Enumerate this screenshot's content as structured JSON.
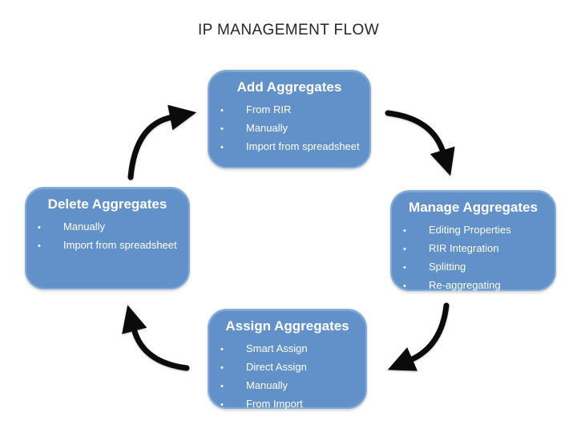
{
  "slide": {
    "title": "IP MANAGEMENT FLOW"
  },
  "colors": {
    "node_fill": "#6191C8",
    "node_border": "#85ABD8",
    "node_text": "#FFFFFF",
    "arrow": "#0B0B0B",
    "title_text": "#262626",
    "background": "#FFFFFF"
  },
  "bullet_glyph": "•",
  "nodes": [
    {
      "id": "add-aggregates",
      "title": "Add Aggregates",
      "bullets": [
        "From RIR",
        "Manually",
        "Import from spreadsheet"
      ]
    },
    {
      "id": "manage-aggregates",
      "title": "Manage Aggregates",
      "bullets": [
        "Editing Properties",
        "RIR Integration",
        "Splitting",
        "Re-aggregating"
      ]
    },
    {
      "id": "assign-aggregates",
      "title": "Assign Aggregates",
      "bullets": [
        "Smart Assign",
        "Direct Assign",
        "Manually",
        "From Import"
      ]
    },
    {
      "id": "delete-aggregates",
      "title": "Delete Aggregates",
      "bullets": [
        "Manually",
        "Import from spreadsheet"
      ]
    }
  ],
  "arrows": [
    {
      "from": "Add Aggregates",
      "to": "Manage Aggregates"
    },
    {
      "from": "Manage Aggregates",
      "to": "Assign Aggregates"
    },
    {
      "from": "Assign Aggregates",
      "to": "Delete Aggregates"
    },
    {
      "from": "Delete Aggregates",
      "to": "Add Aggregates"
    }
  ]
}
